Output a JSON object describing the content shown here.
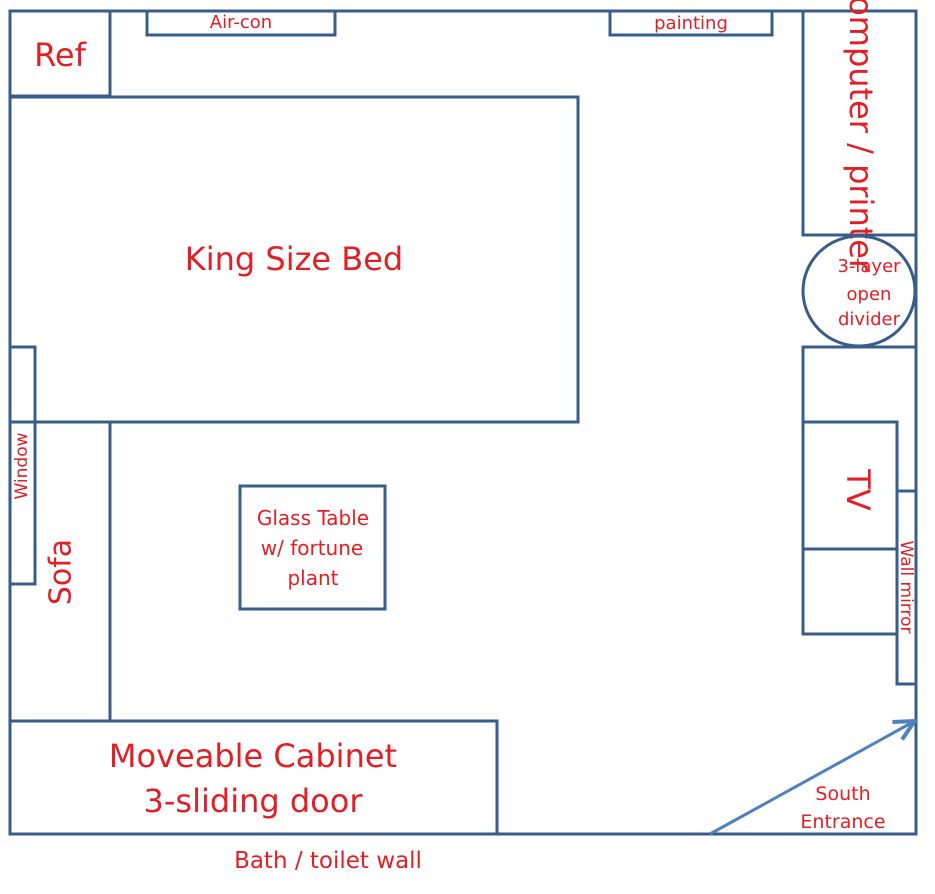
{
  "labels": {
    "aircon": "Air-con",
    "painting": "painting",
    "ref": "Ref",
    "computer": "Computer / printer",
    "divider_line1": "3-layer",
    "divider_line2": "open",
    "divider_line3": "divider",
    "bed": "King Size Bed",
    "window": "Window",
    "sofa": "Sofa",
    "table_line1": "Glass Table",
    "table_line2": "w/ fortune",
    "table_line3": "plant",
    "tv": "TV",
    "wall_mirror": "Wall mirror",
    "cabinet_line1": "Moveable Cabinet",
    "cabinet_line2": "3-sliding door",
    "entrance_line1": "South",
    "entrance_line2": "Entrance",
    "bath_wall": "Bath / toilet wall"
  },
  "colors": {
    "outline": "#385D8A",
    "label": "#E31E24",
    "arrow": "#4F81BD"
  }
}
